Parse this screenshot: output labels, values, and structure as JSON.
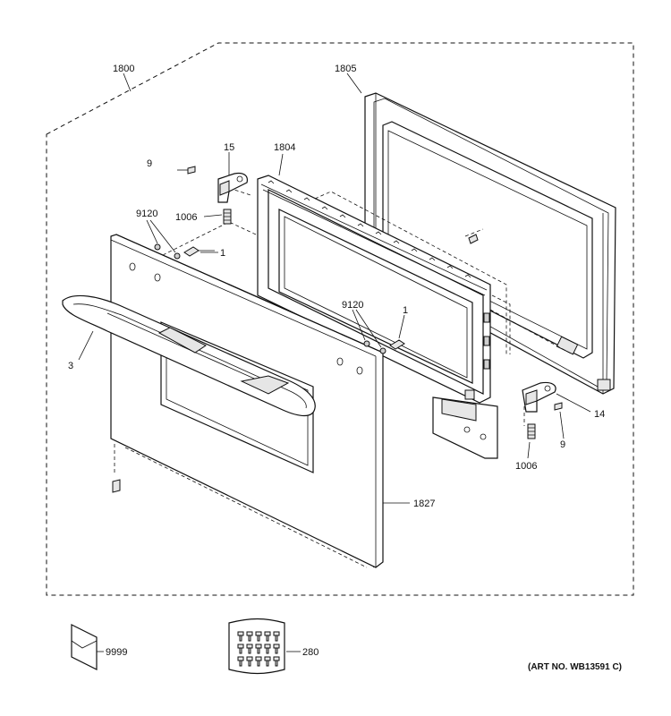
{
  "labels": {
    "assembly": "1800",
    "outer_frame": "1805",
    "inner_frame": "1804",
    "hinge_left": "15",
    "screw_left": "9",
    "spring_left": "1006",
    "stud_left": "9120",
    "clip_left": "1",
    "handle": "3",
    "stud_right": "9120",
    "clip_right": "1",
    "hinge_right": "14",
    "screw_right": "9",
    "spring_right": "1006",
    "door_panel": "1827",
    "literature": "9999",
    "hardware_kit": "280"
  },
  "art_number": "(ART NO. WB13591 C)"
}
